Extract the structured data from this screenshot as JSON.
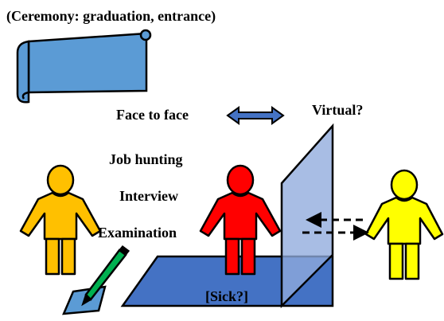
{
  "heading": "(Ceremony: graduation, entrance)",
  "labels": {
    "face_to_face": "Face to face",
    "virtual": "Virtual?",
    "job_hunting": "Job hunting",
    "interview": "Interview",
    "examination": "Examination",
    "sick": "[Sick?]"
  },
  "colors": {
    "scroll": "#5b9bd5",
    "floor": "#4472c4",
    "screen": "#8faadc",
    "arrow": "#4472c4",
    "person_left": "#ffc000",
    "person_center": "#ff0000",
    "person_right": "#ffff00",
    "pen": "#00b050",
    "paper": "#5b9bd5",
    "outline": "#000000"
  },
  "icons": [
    "scroll-icon",
    "double-arrow-icon",
    "person-icon",
    "pen-icon",
    "paper-icon",
    "screen-panel",
    "floor-panel"
  ]
}
